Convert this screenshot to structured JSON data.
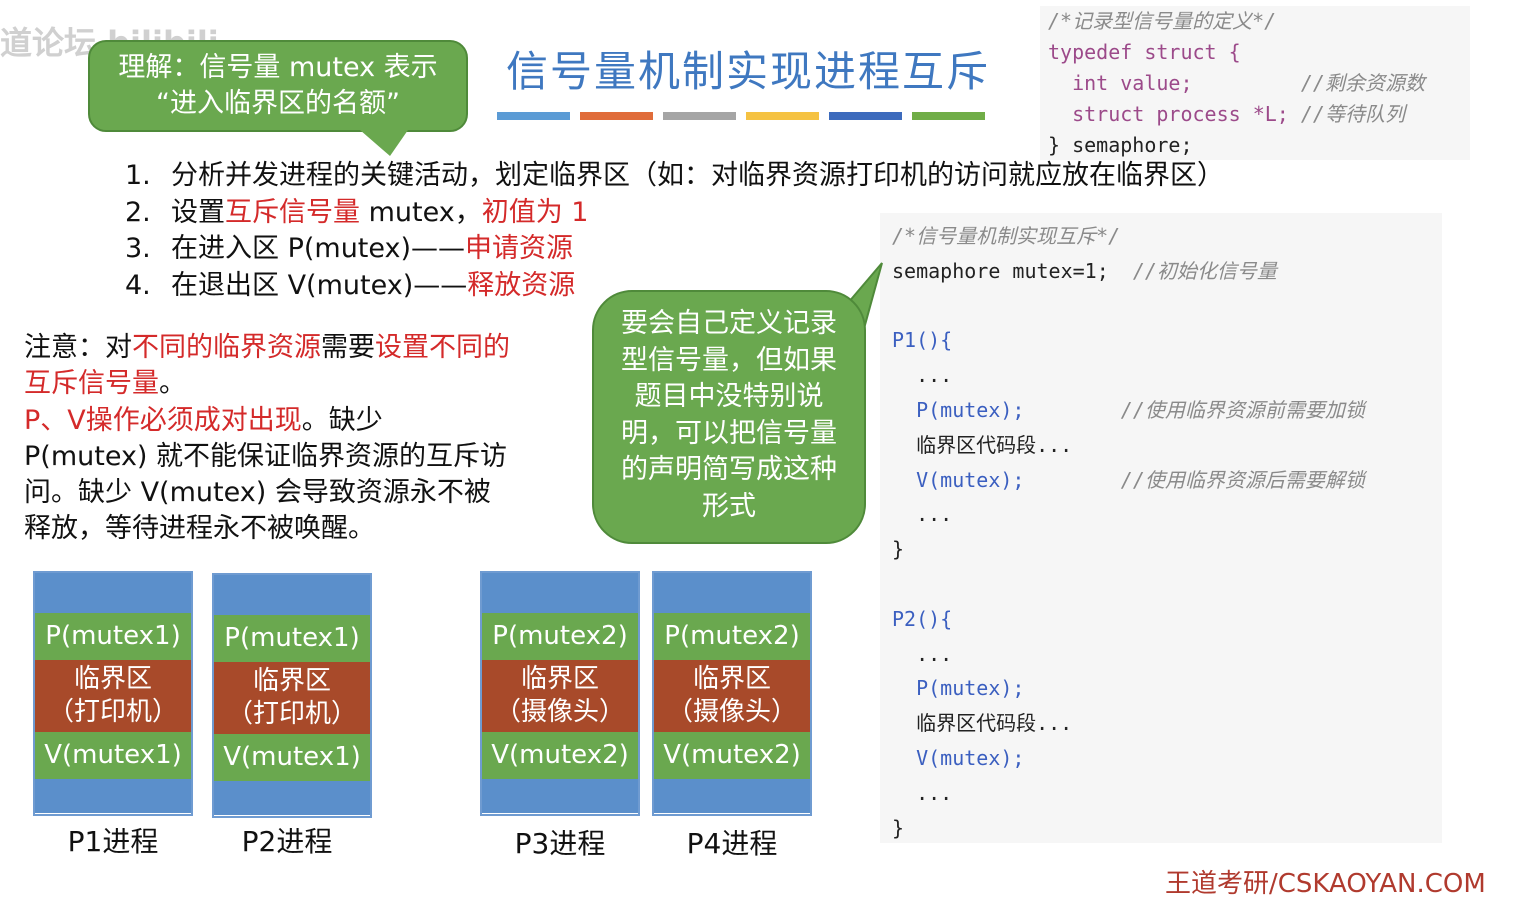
{
  "watermark": "道论坛 bilibili",
  "title": "信号量机制实现进程互斥",
  "color_bar": [
    "#5b9bd5",
    "#e06c3a",
    "#a5a5a5",
    "#f5c242",
    "#3d6bbd",
    "#70ad47"
  ],
  "callout_top": {
    "line1": "理解：信号量 mutex 表示",
    "line2": "“进入临界区的名额”"
  },
  "callout_mid": {
    "text": "要会自己定义记录型信号量，但如果题目中没特别说明，可以把信号量的声明简写成这种形式"
  },
  "steps": [
    {
      "num": "1.",
      "a": "分析并发进程的关键活动，划定临界区（如：对临界资源打印机的访问就应放在临界区）",
      "b": "",
      "c": "",
      "d": ""
    },
    {
      "num": "2.",
      "a": "设置",
      "b": "互斥信号量",
      "c": " mutex，",
      "d": "初值为 1"
    },
    {
      "num": "3.",
      "a": "在进入区 P(mutex)——",
      "b": "申请资源",
      "c": "",
      "d": ""
    },
    {
      "num": "4.",
      "a": "在退出区 V(mutex)——",
      "b": "释放资源",
      "c": "",
      "d": ""
    }
  ],
  "note": {
    "p1": "注意：对",
    "p2": "不同的临界资源",
    "p3": "需要",
    "p4": "设置不同的互斥信号量",
    "p5": "。",
    "p6": "P、V操作必须成对出现",
    "p7": "。缺少 P(mutex) 就不能保证临界资源的互斥访问。缺少 V(mutex) 会导致资源永不被释放，等待进程永不被唤醒。"
  },
  "code_top": {
    "c1": "/*记录型信号量的定义*/",
    "l2a": "typedef struct {",
    "l3a": "  int value;",
    "l3c": "//剩余资源数",
    "l4a": "  struct process *L;",
    "l4c": "//等待队列",
    "l5a": "} semaphore;"
  },
  "code_main": {
    "c1": "/*信号量机制实现互斥*/",
    "l2a": "semaphore mutex=1;",
    "l2c": "//初始化信号量",
    "p1": "P1(){",
    "dots": "...",
    "pm": "P(mutex);",
    "pmc": "//使用临界资源前需要加锁",
    "crit": "临界区代码段...",
    "vm": "V(mutex);",
    "vmc": "//使用临界资源后需要解锁",
    "close": "}",
    "p2": "P2(){"
  },
  "processes": [
    {
      "p": "P(mutex1)",
      "crit1": "临界区",
      "crit2": "（打印机）",
      "v": "V(mutex1)",
      "label": "P1进程"
    },
    {
      "p": "P(mutex1)",
      "crit1": "临界区",
      "crit2": "（打印机）",
      "v": "V(mutex1)",
      "label": "P2进程"
    },
    {
      "p": "P(mutex2)",
      "crit1": "临界区",
      "crit2": "（摄像头）",
      "v": "V(mutex2)",
      "label": "P3进程"
    },
    {
      "p": "P(mutex2)",
      "crit1": "临界区",
      "crit2": "（摄像头）",
      "v": "V(mutex2)",
      "label": "P4进程"
    }
  ],
  "footer": "王道考研/CSKAOYAN.COM"
}
